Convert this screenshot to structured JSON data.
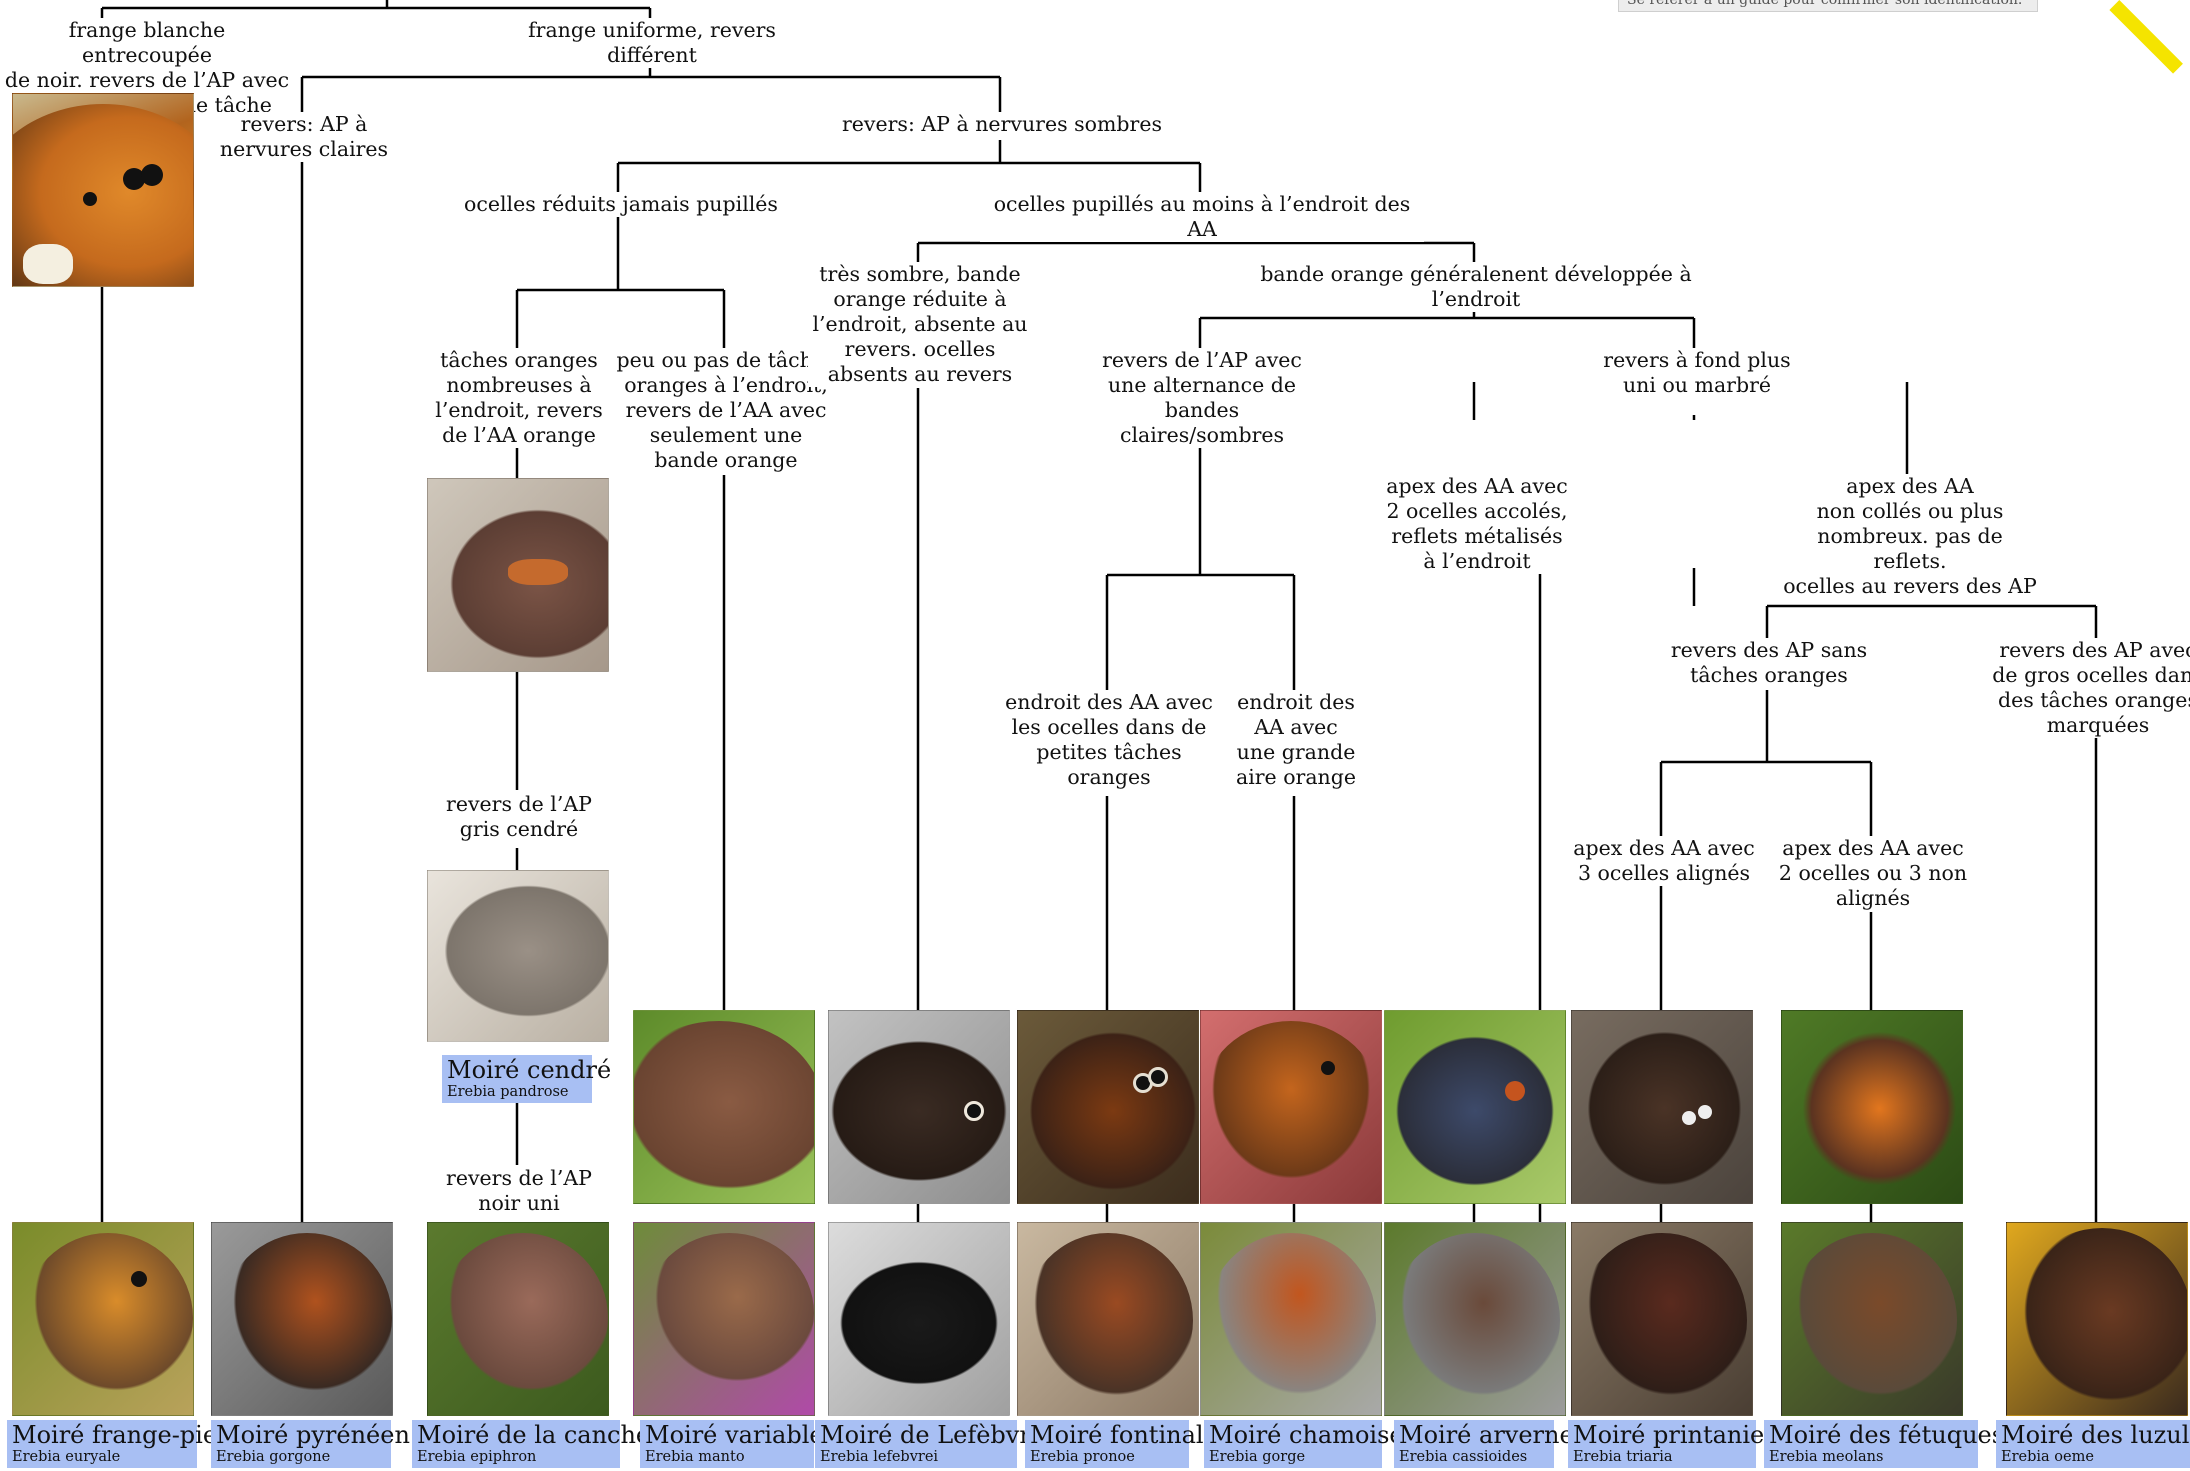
{
  "note": "Se référer à un guide pour confirmer son identification.",
  "nodes": {
    "n_frange_blanche": "frange blanche entrecoupée\nde noir. revers de l’AP avec\nune bande ou une tâche claire",
    "n_frange_uniforme": "frange uniforme, revers différent",
    "n_revers_claires": "revers: AP à\nnervures claires",
    "n_revers_sombres": "revers: AP à nervures sombres",
    "n_ocelles_reduits": "ocelles réduits jamais pupillés",
    "n_ocelles_pupilles": "ocelles pupillés au moins à l’endroit des AA",
    "n_taches_nombreuses": "tâches oranges\nnombreuses à\nl’endroit, revers\nde l’AA orange",
    "n_peu_taches": "peu ou pas de tâches\noranges à l’endroit,\nrevers de l’AA avec\nseulement une\nbande orange",
    "n_tres_sombre": "très sombre, bande\norange réduite à\nl’endroit, absente au\nrevers. ocelles\nabsents au revers",
    "n_bande_orange": "bande orange généralenent développée à l’endroit",
    "n_alternance": "revers de l’AP avec\nune alternance de\nbandes claires/sombres",
    "n_fond_uni": "revers à fond plus\nuni ou marbré",
    "n_apex_accoles": "apex des AA avec\n2 ocelles accolés,\nreflets métalisés\nà l’endroit",
    "n_apex_non_colles": "apex des AA\nnon collés ou plus\nnombreux. pas de reflets.\nocelles au revers des AP",
    "n_petites_taches": "endroit des AA avec\nles ocelles dans de\npetites tâches\noranges",
    "n_grande_aire": "endroit des\nAA avec\nune grande\naire orange",
    "n_sans_taches": "revers des AP sans\ntâches oranges",
    "n_gros_ocelles": "revers des AP avec\nde gros ocelles dans\ndes tâches oranges\nmarquées",
    "n_gris_cendre": "revers de l’AP\ngris cendré",
    "n_noir_uni": "revers de l’AP\nnoir uni",
    "n_3_alignes": "apex des AA avec\n3 ocelles alignés",
    "n_2_ou_3": "apex des AA avec\n2 ocelles ou 3 non\nalignés"
  },
  "species": [
    {
      "common": "Moiré frange-pie",
      "latin": "Erebia euryale"
    },
    {
      "common": "Moiré pyrénéen",
      "latin": "Erebia gorgone"
    },
    {
      "common": "Moiré de la canche",
      "latin": "Erebia epiphron"
    },
    {
      "common": "Moiré variable",
      "latin": "Erebia manto"
    },
    {
      "common": "Moiré de Lefèbvre",
      "latin": "Erebia lefebvrei"
    },
    {
      "common": "Moiré fontinal",
      "latin": "Erebia pronoe"
    },
    {
      "common": "Moiré chamoisé",
      "latin": "Erebia gorge"
    },
    {
      "common": "Moiré arverne",
      "latin": "Erebia cassioides"
    },
    {
      "common": "Moiré printanier",
      "latin": "Erebia triaria"
    },
    {
      "common": "Moiré des fétuques",
      "latin": "Erebia meolans"
    },
    {
      "common": "Moiré des luzules",
      "latin": "Erebia oeme"
    }
  ],
  "middle_species": {
    "common": "Moiré cendré",
    "latin": "Erebia pandrose"
  },
  "colors": {
    "label_bg": "#a8bff3",
    "line": "#000000",
    "accent": "#f5e400"
  }
}
